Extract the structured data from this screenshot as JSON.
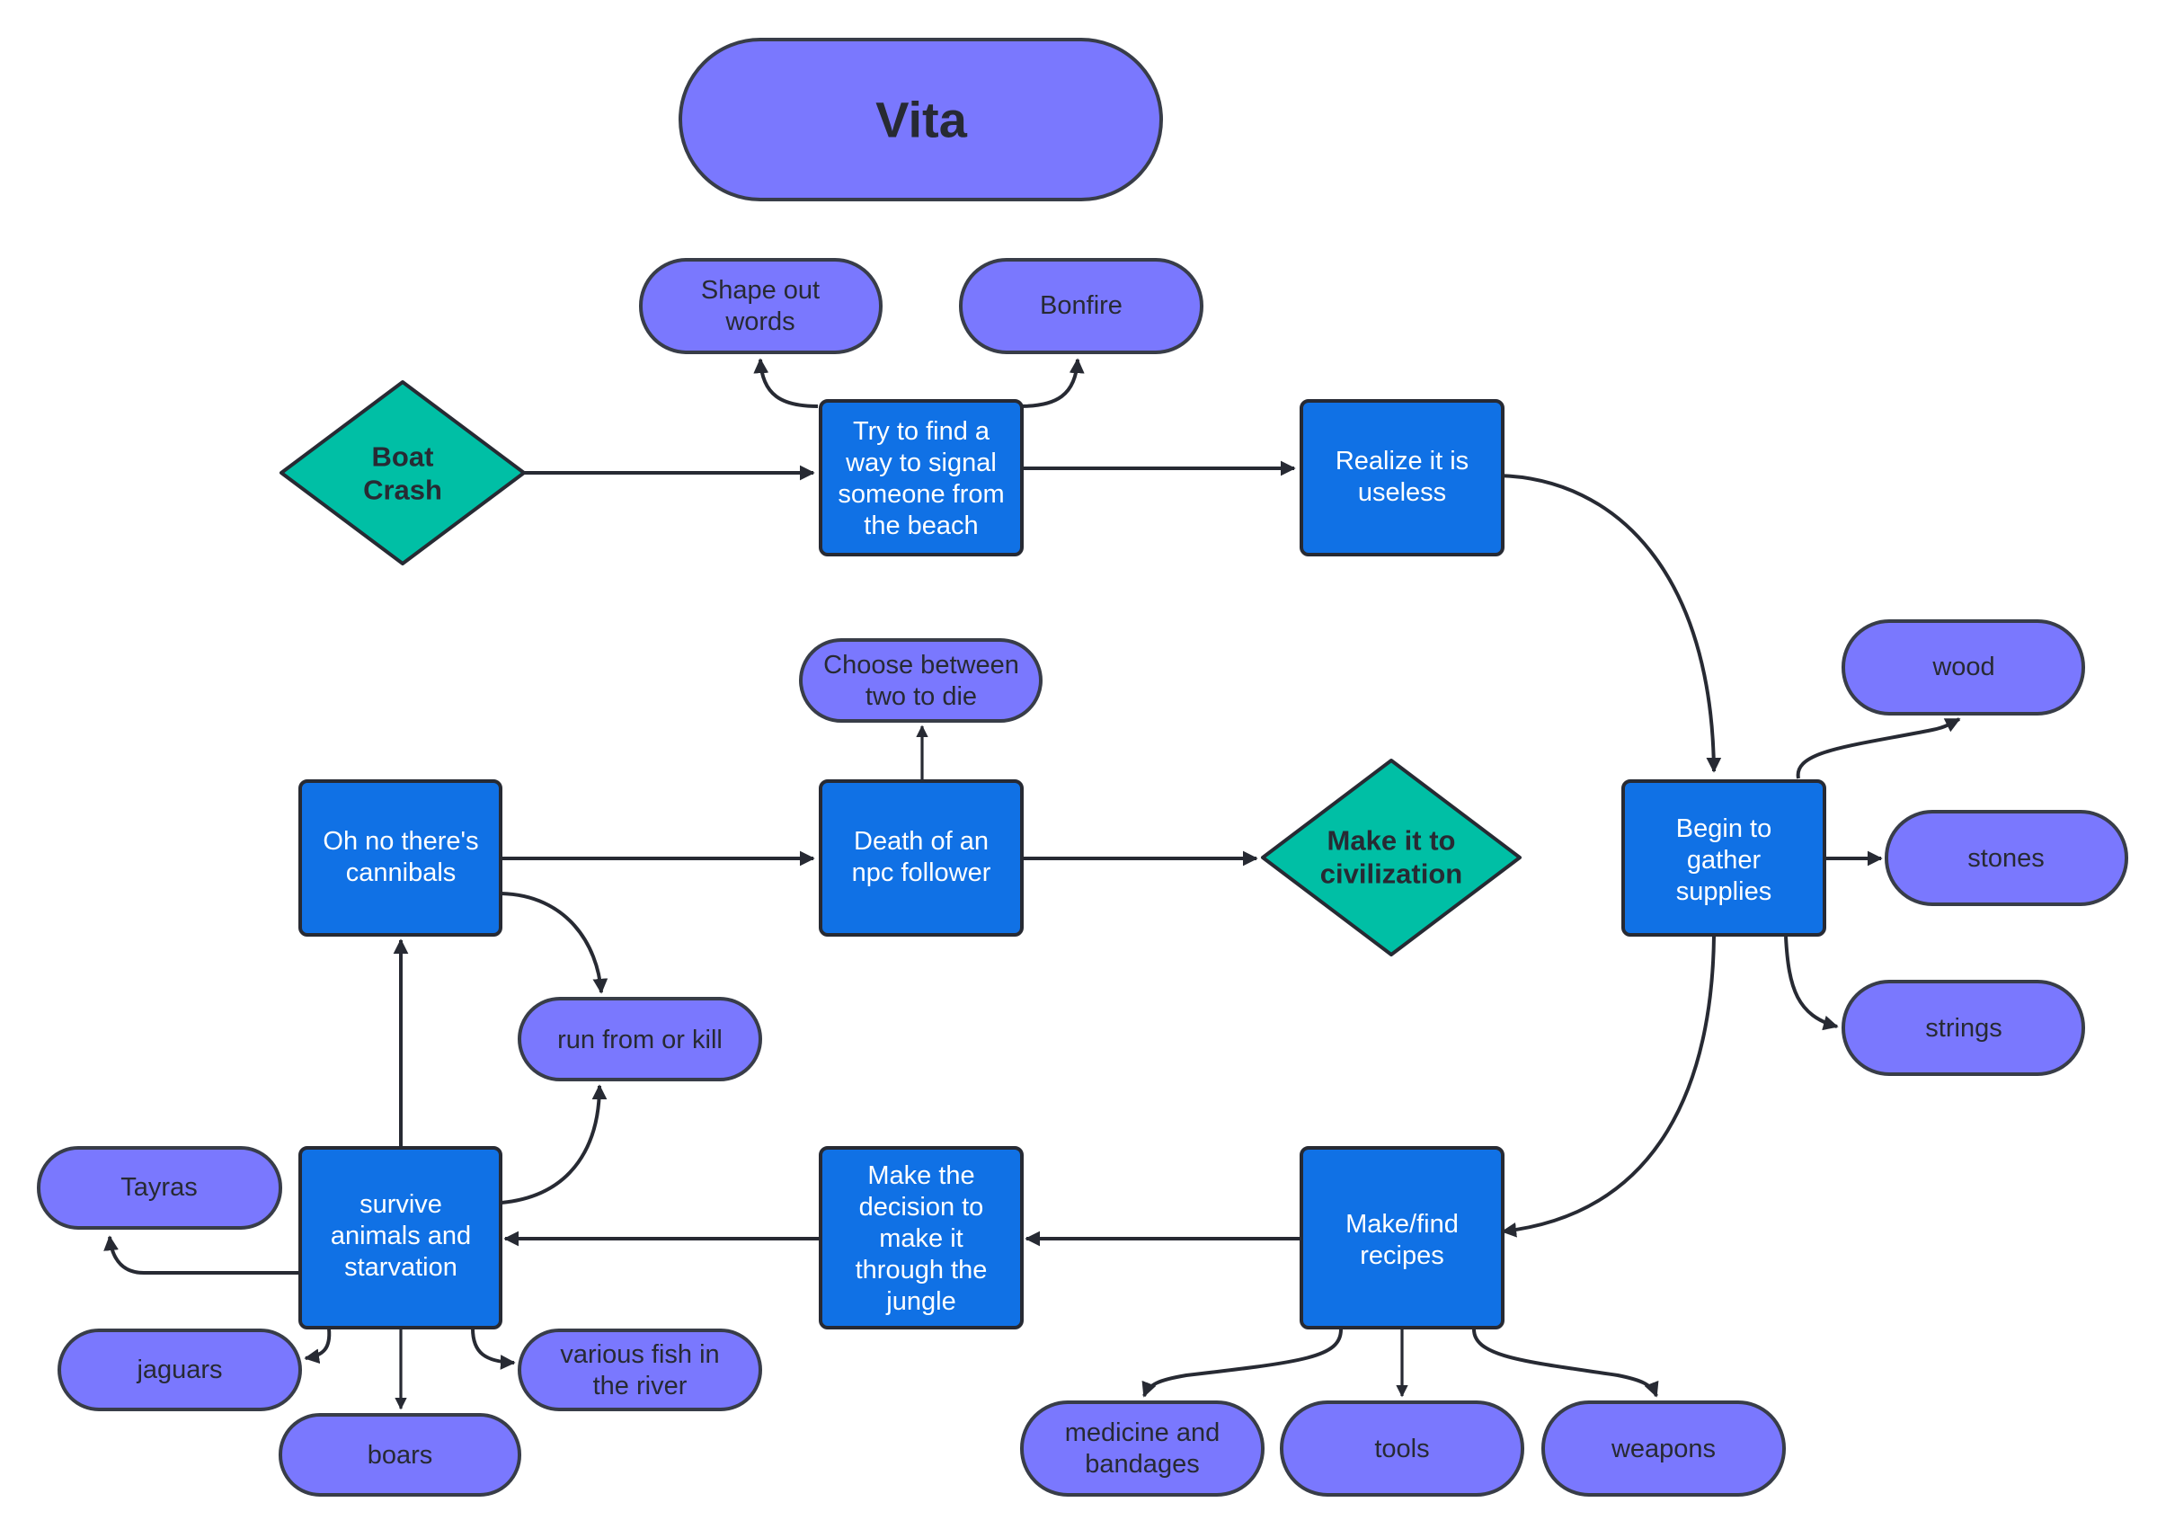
{
  "title": "Vita",
  "colors": {
    "terminator_fill": "#7a78fe",
    "process_fill": "#1071e5",
    "decision_fill": "#00bfa5",
    "stroke": "#383d48",
    "edge": "#272a33",
    "dark_text": "#272a33",
    "light_text": "#ffffff"
  },
  "nodes": {
    "vita": {
      "type": "terminator",
      "lines": [
        "Vita"
      ]
    },
    "shape_out_words": {
      "type": "terminator",
      "lines": [
        "Shape out",
        "words"
      ]
    },
    "bonfire": {
      "type": "terminator",
      "lines": [
        "Bonfire"
      ]
    },
    "boat_crash": {
      "type": "decision",
      "lines": [
        "Boat",
        "Crash"
      ]
    },
    "try_to_signal": {
      "type": "process",
      "lines": [
        "Try to find a",
        "way to signal",
        "someone from",
        "the beach"
      ]
    },
    "realize_useless": {
      "type": "process",
      "lines": [
        "Realize it is",
        "useless"
      ]
    },
    "wood": {
      "type": "terminator",
      "lines": [
        "wood"
      ]
    },
    "begin_gather": {
      "type": "process",
      "lines": [
        "Begin to",
        "gather",
        "supplies"
      ]
    },
    "stones": {
      "type": "terminator",
      "lines": [
        "stones"
      ]
    },
    "strings": {
      "type": "terminator",
      "lines": [
        "strings"
      ]
    },
    "choose_between": {
      "type": "terminator",
      "lines": [
        "Choose between",
        "two to die"
      ]
    },
    "cannibals": {
      "type": "process",
      "lines": [
        "Oh no there's",
        "cannibals"
      ]
    },
    "death_npc": {
      "type": "process",
      "lines": [
        "Death of an",
        "npc follower"
      ]
    },
    "civilization": {
      "type": "decision",
      "lines": [
        "Make it to",
        "civilization"
      ]
    },
    "run_or_kill": {
      "type": "terminator",
      "lines": [
        "run from or kill"
      ]
    },
    "tayras": {
      "type": "terminator",
      "lines": [
        "Tayras"
      ]
    },
    "survive": {
      "type": "process",
      "lines": [
        "survive",
        "animals and",
        "starvation"
      ]
    },
    "decision_jungle": {
      "type": "process",
      "lines": [
        "Make the",
        "decision to",
        "make it",
        "through the",
        "jungle"
      ]
    },
    "make_find_recipes": {
      "type": "process",
      "lines": [
        "Make/find",
        "recipes"
      ]
    },
    "jaguars": {
      "type": "terminator",
      "lines": [
        "jaguars"
      ]
    },
    "boars": {
      "type": "terminator",
      "lines": [
        "boars"
      ]
    },
    "various_fish": {
      "type": "terminator",
      "lines": [
        "various fish in",
        "the river"
      ]
    },
    "medicine": {
      "type": "terminator",
      "lines": [
        "medicine and",
        "bandages"
      ]
    },
    "tools": {
      "type": "terminator",
      "lines": [
        "tools"
      ]
    },
    "weapons": {
      "type": "terminator",
      "lines": [
        "weapons"
      ]
    }
  },
  "edges": [
    {
      "from": "boat_crash",
      "to": "try_to_signal"
    },
    {
      "from": "try_to_signal",
      "to": "shape_out_words"
    },
    {
      "from": "try_to_signal",
      "to": "bonfire"
    },
    {
      "from": "try_to_signal",
      "to": "realize_useless"
    },
    {
      "from": "realize_useless",
      "to": "begin_gather"
    },
    {
      "from": "begin_gather",
      "to": "wood"
    },
    {
      "from": "begin_gather",
      "to": "stones"
    },
    {
      "from": "begin_gather",
      "to": "strings"
    },
    {
      "from": "begin_gather",
      "to": "make_find_recipes"
    },
    {
      "from": "make_find_recipes",
      "to": "medicine"
    },
    {
      "from": "make_find_recipes",
      "to": "tools"
    },
    {
      "from": "make_find_recipes",
      "to": "weapons"
    },
    {
      "from": "make_find_recipes",
      "to": "decision_jungle"
    },
    {
      "from": "decision_jungle",
      "to": "survive"
    },
    {
      "from": "survive",
      "to": "tayras"
    },
    {
      "from": "survive",
      "to": "jaguars"
    },
    {
      "from": "survive",
      "to": "boars"
    },
    {
      "from": "survive",
      "to": "various_fish"
    },
    {
      "from": "survive",
      "to": "run_or_kill"
    },
    {
      "from": "survive",
      "to": "cannibals"
    },
    {
      "from": "cannibals",
      "to": "run_or_kill"
    },
    {
      "from": "cannibals",
      "to": "death_npc"
    },
    {
      "from": "death_npc",
      "to": "choose_between"
    },
    {
      "from": "death_npc",
      "to": "civilization"
    }
  ]
}
